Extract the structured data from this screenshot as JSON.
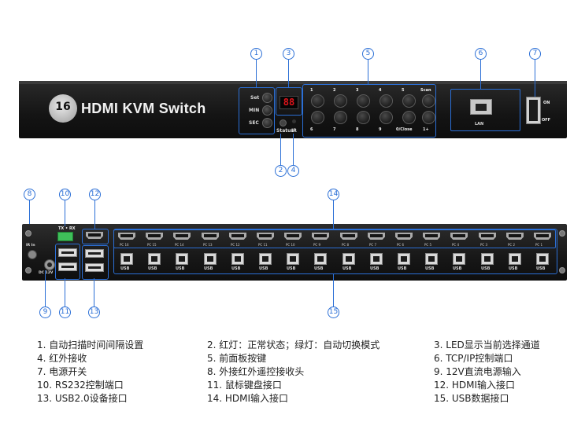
{
  "front_panel": {
    "logo_number": "16",
    "brand": "HDMI KVM Switch",
    "left_buttons": [
      "Set",
      "MIN",
      "SEC"
    ],
    "led_display": "88",
    "status_label": "Status",
    "ir_label": "IR",
    "top_row_buttons": [
      "1",
      "2",
      "3",
      "4",
      "5",
      "Scan"
    ],
    "bottom_row_buttons": [
      "6",
      "7",
      "8",
      "9",
      "0/Close",
      "1+"
    ],
    "lan_label": "LAN",
    "power_on": "ON",
    "power_off": "OFF"
  },
  "rear_panel": {
    "ir_in": "IR In",
    "dc_label": "DC 12V",
    "rs232_label": "TX • RX",
    "pc_ports": [
      "PC 16",
      "PC 15",
      "PC 14",
      "PC 13",
      "PC 12",
      "PC 11",
      "PC 10",
      "PC 9",
      "PC 8",
      "PC 7",
      "PC 6",
      "PC 5",
      "PC 4",
      "PC 3",
      "PC 2",
      "PC 1"
    ],
    "usb_label": "USB"
  },
  "callouts": {
    "front": [
      "1",
      "3",
      "5",
      "6",
      "7",
      "2",
      "4"
    ],
    "rear": [
      "8",
      "10",
      "12",
      "14",
      "9",
      "11",
      "13",
      "15"
    ]
  },
  "legend": [
    [
      "1. 自动扫描时间间隔设置",
      "2. 红灯：正常状态；绿灯：自动切换模式",
      "3. LED显示当前选择通道"
    ],
    [
      "4. 红外接收",
      "5. 前面板按键",
      "6. TCP/IP控制端口"
    ],
    [
      "7. 电源开关",
      "8. 外接红外遥控接收头",
      "9. 12V直流电源输入"
    ],
    [
      "10. RS232控制端口",
      "11. 鼠标键盘接口",
      "12. HDMI输入接口"
    ],
    [
      "13. USB2.0设备接口",
      "14. HDMI输入接口",
      "15. USB数据接口"
    ]
  ]
}
